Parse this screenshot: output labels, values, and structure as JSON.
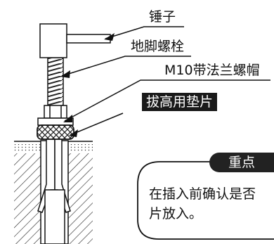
{
  "labels": {
    "hammer": "锤子",
    "anchor_bolt": "地脚螺栓",
    "nut": "M10带法兰螺帽",
    "shim": "拔高用垫片"
  },
  "note": {
    "tag": "重点",
    "line1": "在插入前确认是否",
    "line2": "片放入。"
  }
}
